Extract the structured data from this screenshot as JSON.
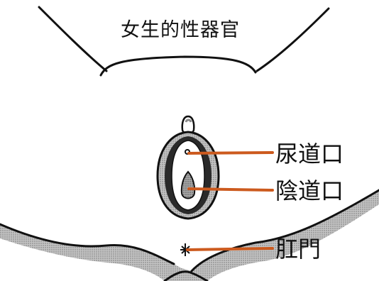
{
  "title": "女生的性器官",
  "labels": {
    "urethra": "尿道口",
    "vagina": "陰道口",
    "anus": "肛門"
  },
  "colors": {
    "leader_line": "#cc5a1e",
    "outline": "#111111",
    "shading": "#9a9a9a",
    "background": "#ffffff"
  }
}
